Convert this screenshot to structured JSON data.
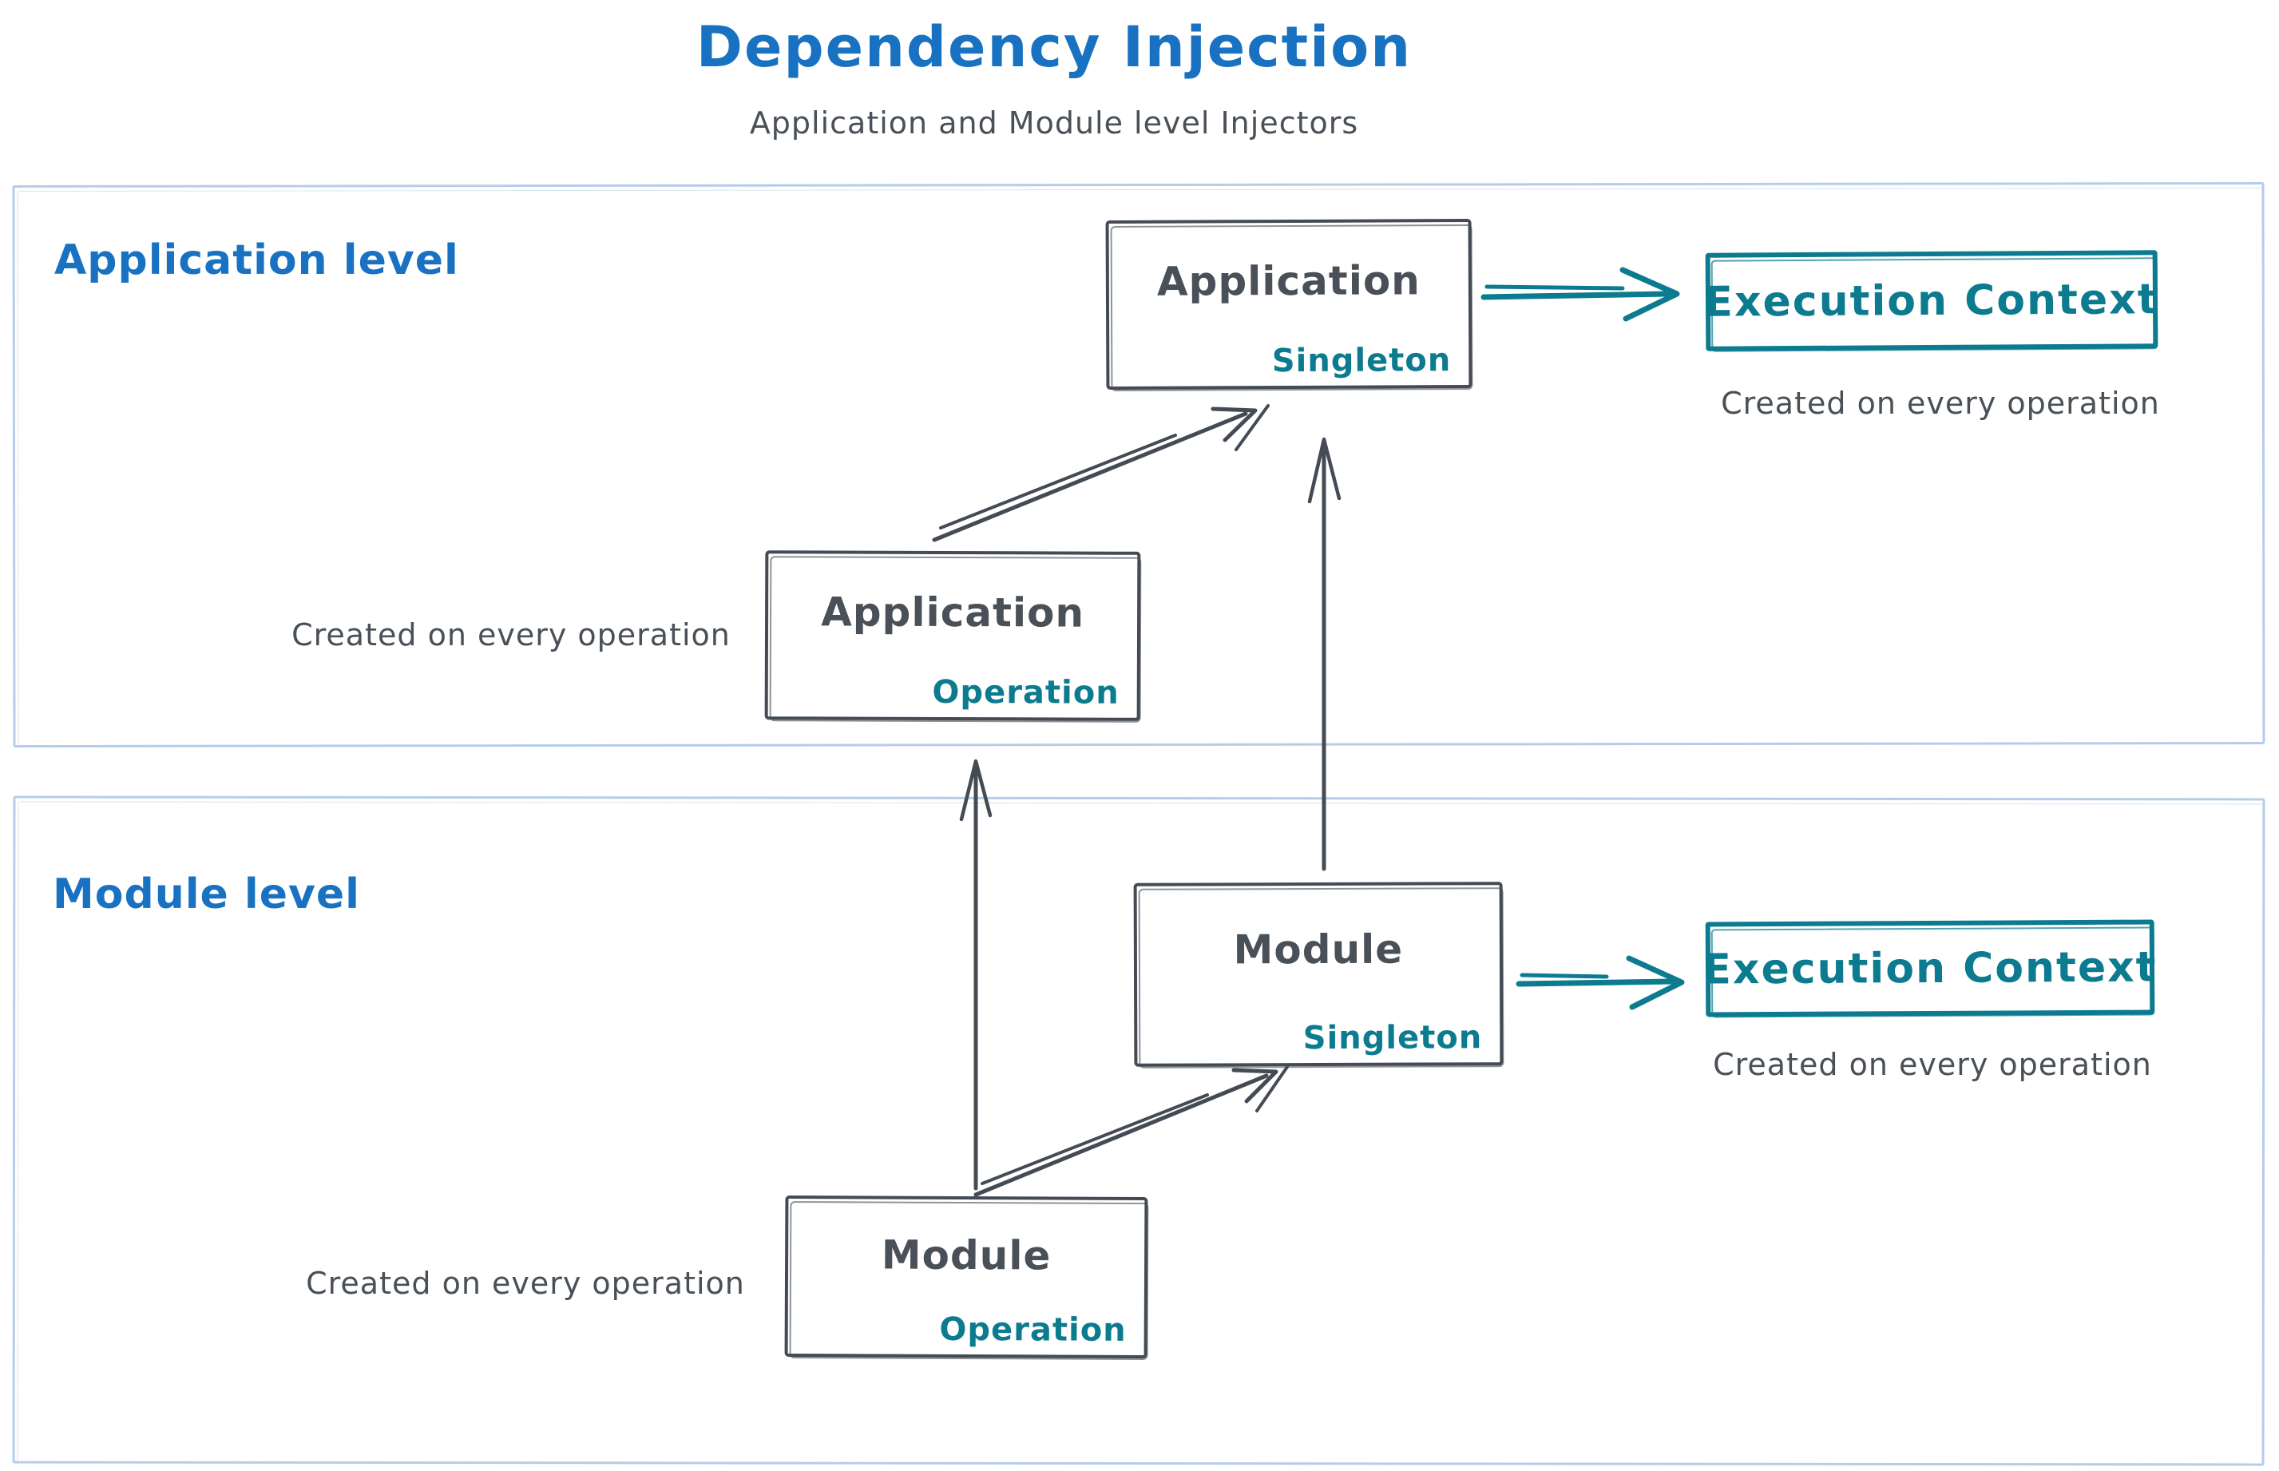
{
  "title": "Dependency Injection",
  "subtitle": "Application and Module level Injectors",
  "colors": {
    "title_blue": "#1971c2",
    "text_slate": "#495057",
    "accent_teal": "#0c7b8f",
    "section_border_blue": "#b5cde9",
    "background": "#ffffff"
  },
  "sections": {
    "application": {
      "label": "Application level"
    },
    "module": {
      "label": "Module level"
    }
  },
  "boxes": {
    "app_singleton": {
      "title": "Application",
      "tag": "Singleton"
    },
    "app_operation": {
      "title": "Application",
      "tag": "Operation"
    },
    "module_singleton": {
      "title": "Module",
      "tag": "Singleton"
    },
    "module_operation": {
      "title": "Module",
      "tag": "Operation"
    },
    "exec_app": {
      "title": "Execution Context",
      "caption": "Created on every operation"
    },
    "exec_module": {
      "title": "Execution Context",
      "caption": "Created on every operation"
    }
  },
  "captions": {
    "app_operation": "Created on every operation",
    "module_operation": "Created on every operation"
  },
  "arrows": [
    {
      "from": "app_operation",
      "to": "app_singleton"
    },
    {
      "from": "app_singleton",
      "to": "exec_app"
    },
    {
      "from": "module_singleton",
      "to": "app_singleton"
    },
    {
      "from": "module_operation",
      "to": "app_operation"
    },
    {
      "from": "module_operation",
      "to": "module_singleton"
    },
    {
      "from": "module_singleton",
      "to": "exec_module"
    }
  ]
}
